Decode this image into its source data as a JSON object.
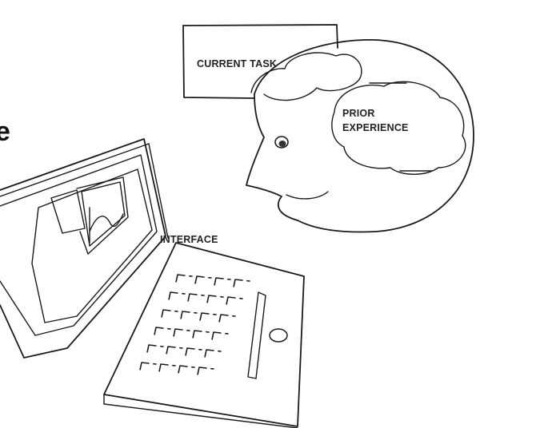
{
  "labels": {
    "current_task": "CURRENT TASK",
    "prior_experience_line1": "PRIOR",
    "prior_experience_line2": "EXPERIENCE",
    "interface": "INTERFACE",
    "edge_fragment": "e"
  },
  "colors": {
    "ink": "#1a1a1a",
    "background": "#ffffff"
  }
}
